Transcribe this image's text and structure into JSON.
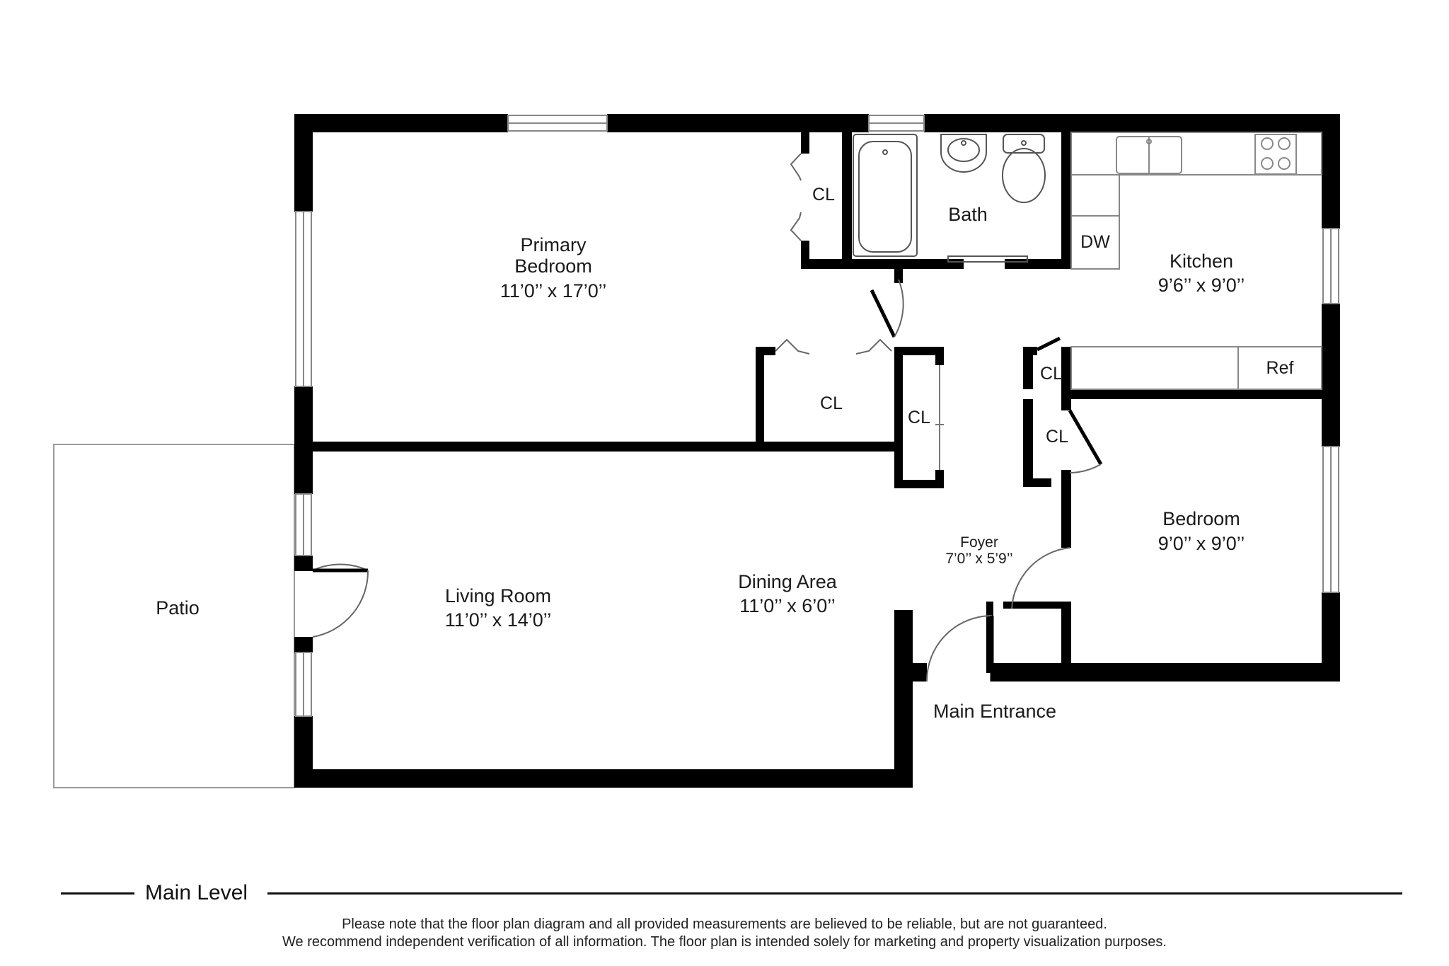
{
  "rooms": {
    "primary_bedroom": {
      "name_line1": "Primary",
      "name_line2": "Bedroom",
      "dims": "11’0’’ x 17’0’’"
    },
    "bath": {
      "name": "Bath"
    },
    "kitchen": {
      "name": "Kitchen",
      "dims": "9’6’’ x 9’0’’"
    },
    "living_room": {
      "name": "Living Room",
      "dims": "11’0’’ x 14’0’’"
    },
    "dining_area": {
      "name": "Dining Area",
      "dims": "11’0’’ x 6’0’’"
    },
    "foyer": {
      "name": "Foyer",
      "dims": "7’0’’ x 5’9’’"
    },
    "bedroom": {
      "name": "Bedroom",
      "dims": "9’0’’ x 9’0’’"
    },
    "patio": {
      "name": "Patio"
    }
  },
  "closets": {
    "bedroom_closet_top": "CL",
    "hall_closet_large": "CL",
    "hall_closet_small": "CL",
    "kitchen_closet": "CL",
    "bedroom_closet_small": "CL"
  },
  "fixtures": {
    "dishwasher": "DW",
    "refrigerator": "Ref"
  },
  "main_entrance": "Main Entrance",
  "level_title": "Main Level",
  "disclaimer": {
    "line1": "Please note that the floor plan diagram and all provided measurements are believed to be reliable, but are not guaranteed.",
    "line2": "We recommend independent verification of all information. The floor plan is intended solely for marketing and property visualization purposes."
  }
}
